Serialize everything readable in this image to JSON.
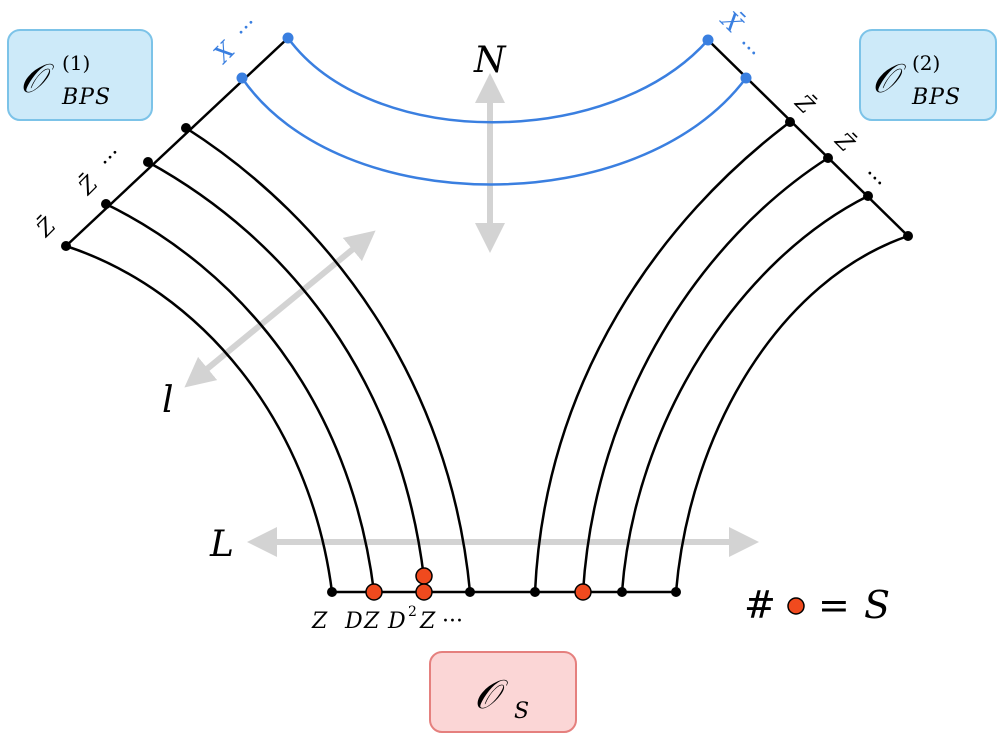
{
  "boxes": {
    "bps1": {
      "main": "𝒪",
      "sup": "(1)",
      "sub": "BPS",
      "fill": "#cdeaf9",
      "stroke": "#7cc3e8"
    },
    "bps2": {
      "main": "𝒪",
      "sup": "(2)",
      "sub": "BPS",
      "fill": "#cdeaf9",
      "stroke": "#7cc3e8"
    },
    "s": {
      "main": "𝒪",
      "sub": "S",
      "fill": "#fbd6d6",
      "stroke": "#e5807e"
    }
  },
  "axes": {
    "N": "N",
    "l": "l",
    "L": "L"
  },
  "bottom_fields": {
    "z1": "Z",
    "d": "D",
    "z2": "Z",
    "d2": "D",
    "d2_exp": "2",
    "z3": "Z",
    "dots": "···"
  },
  "left_fields": {
    "zbar1": "Z̄",
    "zbar2": "Z̄",
    "dots": "···"
  },
  "right_fields": {
    "zbar1": "Z̄",
    "zbar2": "Z̄",
    "dots": "···"
  },
  "blue_fields": {
    "x_left": "X",
    "x_right": "X̄",
    "dots_left": "···",
    "dots_right": "···"
  },
  "legend": {
    "hash": "#",
    "equals": "=",
    "var": "S"
  },
  "colors": {
    "line": "#000000",
    "blue": "#3a7fe0",
    "red": "#f04a1e",
    "arrow": "#d3d3d3"
  }
}
